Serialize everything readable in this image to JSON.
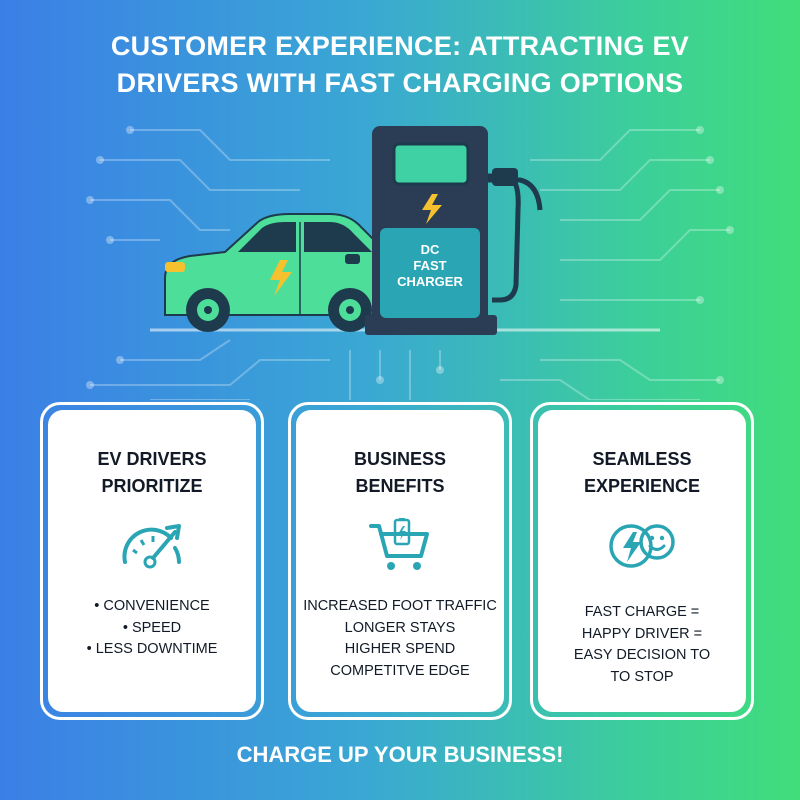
{
  "header": {
    "title_line1": "CUSTOMER EXPERIENCE: ATTRACTING EV",
    "title_line2": "DRIVERS WITH FAST CHARGING OPTIONS"
  },
  "hero": {
    "charger_label_line1": "DC",
    "charger_label_line2": "FAST",
    "charger_label_line3": "CHARGER",
    "car_color": "#4ddf9a",
    "charger_color": "#2b3d55",
    "bolt_color": "#f5c12e"
  },
  "cards": [
    {
      "title_line1": "EV DRIVERS",
      "title_line2": "PRIORITIZE",
      "icon": "speedometer-icon",
      "items": [
        "• CONVENIENCE",
        "• SPEED",
        "• LESS DOWNTIME"
      ]
    },
    {
      "title_line1": "BUSINESS",
      "title_line2": "BENEFITS",
      "icon": "shopping-cart-icon",
      "items": [
        "INCREASED FOOT TRAFFIC",
        "LONGER STAYS",
        "HIGHER SPEND",
        "COMPETITVE EDGE"
      ]
    },
    {
      "title_line1": "SEAMLESS",
      "title_line2": "EXPERIENCE",
      "icon": "bolt-smiley-icon",
      "items": [
        "FAST CHARGE =",
        "HAPPY DRIVER =",
        "EASY DECISION TO",
        "TO STOP"
      ]
    }
  ],
  "footer": {
    "cta": "CHARGE UP YOUR BUSINESS!"
  },
  "colors": {
    "gradient_left": "#3b7fe6",
    "gradient_right": "#41dd7a",
    "icon_teal": "#2aa5b4"
  }
}
